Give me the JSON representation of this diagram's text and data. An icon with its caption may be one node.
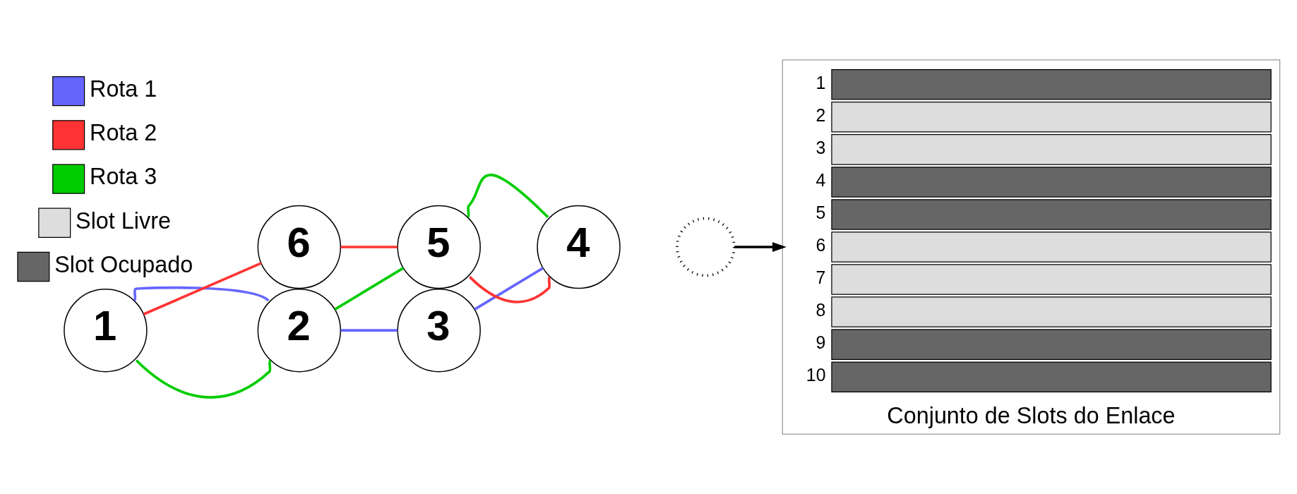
{
  "diagram": {
    "nodes": [
      {
        "text": [
          "1"
        ]
      },
      {
        "text": [
          "2"
        ]
      },
      {
        "text": [
          "3"
        ]
      },
      {
        "text": [
          "4"
        ]
      },
      {
        "text": [
          "5"
        ]
      },
      {
        "text": [
          "6"
        ]
      },
      {
        "text": [],
        "shape": "circle"
      },
      {
        "text": [
          "Conjunto de Slots do Enlace"
        ]
      },
      {
        "text": [],
        "shape": "bar",
        "beside": [
          "1"
        ],
        "in": 7
      },
      {
        "text": [],
        "shape": "bar",
        "beside": [
          "2"
        ],
        "in": 7
      },
      {
        "text": [],
        "shape": "bar",
        "beside": [
          "3"
        ],
        "in": 7
      },
      {
        "text": [],
        "shape": "bar",
        "beside": [
          "4"
        ],
        "in": 7
      },
      {
        "text": [],
        "shape": "bar",
        "beside": [
          "5"
        ],
        "in": 7
      },
      {
        "text": [],
        "shape": "bar",
        "beside": [
          "6"
        ],
        "in": 7
      },
      {
        "text": [],
        "shape": "bar",
        "beside": [
          "7"
        ],
        "in": 7
      },
      {
        "text": [],
        "shape": "bar",
        "beside": [
          "8"
        ],
        "in": 7
      },
      {
        "text": [],
        "shape": "bar",
        "beside": [
          "9"
        ],
        "in": 7
      },
      {
        "text": [],
        "shape": "bar",
        "beside": [
          "10"
        ],
        "in": 7
      }
    ],
    "edges": [
      {
        "from": 0,
        "to": 1,
        "arrow": "none",
        "color": "#6666ff"
      },
      {
        "from": 0,
        "to": 1,
        "arrow": "none",
        "color": "#00cc00"
      },
      {
        "from": 1,
        "to": 2,
        "arrow": "none",
        "color": "#6666ff"
      },
      {
        "from": 2,
        "to": 3,
        "arrow": "none",
        "color": "#6666ff"
      },
      {
        "from": 1,
        "to": 4,
        "arrow": "none",
        "color": "#00cc00"
      },
      {
        "from": 4,
        "to": 3,
        "arrow": "none",
        "color": "#00cc00"
      },
      {
        "from": 4,
        "to": 3,
        "arrow": "none",
        "color": "#ff3333"
      },
      {
        "from": 0,
        "to": 5,
        "arrow": "none",
        "color": "#ff3333"
      },
      {
        "from": 5,
        "to": 4,
        "arrow": "none",
        "color": "#ff3333"
      },
      {
        "from": 6,
        "to": 7,
        "arrow": "to",
        "color": "#000000"
      }
    ],
    "legend": [
      {
        "text": "Rota 1",
        "color": "#6666ff"
      },
      {
        "text": "Rota 2",
        "color": "#ff3333"
      },
      {
        "text": "Rota 3",
        "color": "#00cc00"
      },
      {
        "text": "Slot Livre",
        "color": "#dddddd"
      },
      {
        "text": "Slot Ocupado",
        "color": "#666666"
      }
    ]
  }
}
